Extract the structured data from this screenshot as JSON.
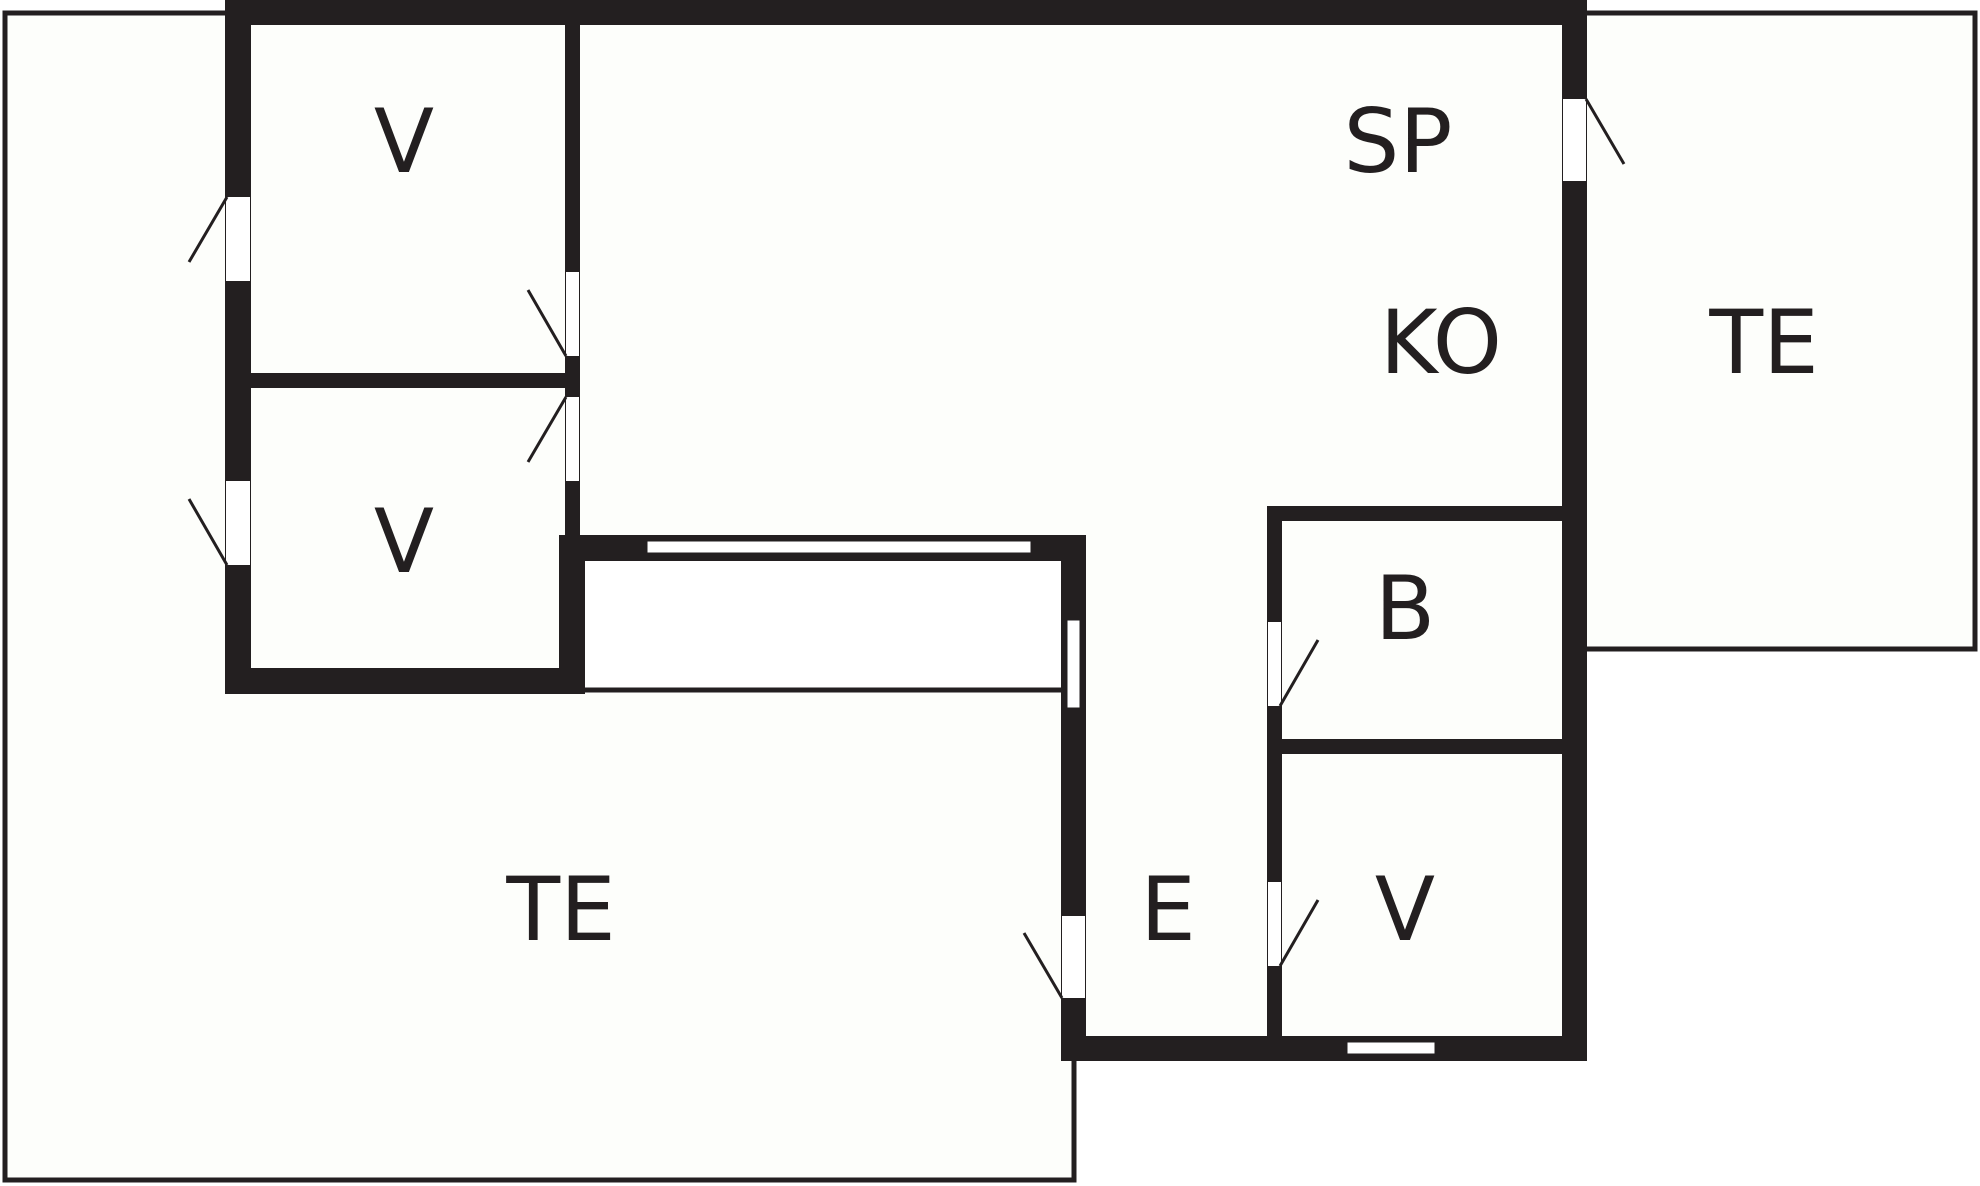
{
  "colors": {
    "wall": "#231f20",
    "floor": "#fdfefb",
    "background": "#ffffff",
    "opening": "#ffffff"
  },
  "rooms": {
    "bedroom_top": "V",
    "bedroom_mid": "V",
    "kitchen_sp": "SP",
    "kitchen_ko": "KO",
    "terrace_right": "TE",
    "bathroom": "B",
    "hall": "E",
    "bedroom_bottom": "V",
    "terrace_left": "TE"
  }
}
